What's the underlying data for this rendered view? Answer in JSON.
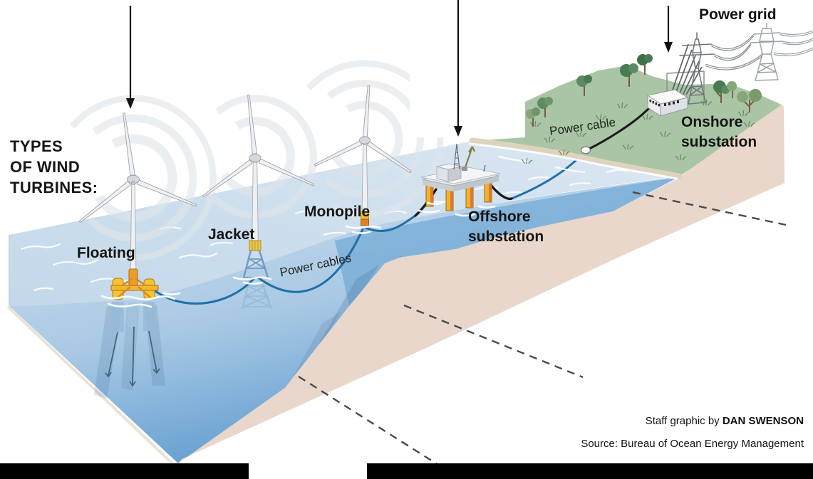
{
  "title": {
    "line1": "TYPES",
    "line2": "OF WIND",
    "line3": "TURBINES:"
  },
  "turbine_labels": {
    "floating": "Floating",
    "jacket": "Jacket",
    "monopile": "Monopile"
  },
  "substation_labels": {
    "offshore_line1": "Offshore",
    "offshore_line2": "substation",
    "onshore_line1": "Onshore",
    "onshore_line2": "substation"
  },
  "grid_label": "Power grid",
  "cable_labels": {
    "power_cables": "Power cables",
    "power_cable": "Power cable"
  },
  "credits": {
    "staff_prefix": "Staff graphic by ",
    "staff_name": "DAN SWENSON",
    "source": "Source: Bureau of Ocean Energy Management"
  },
  "colors": {
    "sea-light": "#c6daec",
    "sea-lighter": "#d9e7f2",
    "face-pale": "#cddff0",
    "face-mid": "#a9c9e4",
    "face-deep": "#5b99ce",
    "band-blue": "#7fb0d8",
    "tan": "#e9d7cb",
    "green": "#a9c5a5",
    "beach": "#dcd4bf",
    "cable-blue": "#1e6fa5",
    "cable-black": "#1a1a1a",
    "platform-yellow": "#f4c432",
    "platform-orange": "#e8912a",
    "lattice-blue": "#7fa9cd",
    "arrow": "#111111"
  }
}
